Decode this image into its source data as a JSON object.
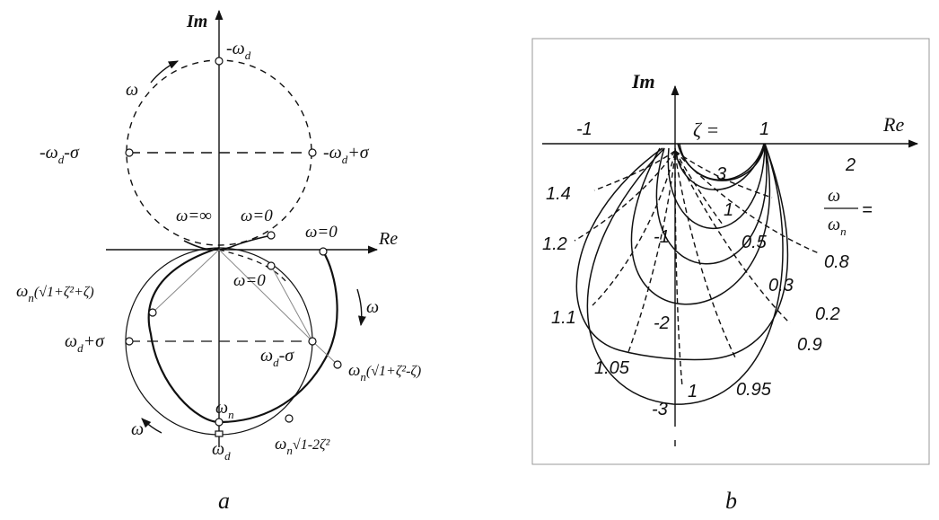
{
  "panel_a": {
    "caption": "a",
    "im_axis": "Im",
    "re_axis": "Re",
    "labels": {
      "minus_wd": "-ω",
      "minus_wd_sub": "d",
      "minus_wd_minus_sigma": "-ω",
      "minus_wd_minus_sigma_sub": "d",
      "minus_wd_minus_sigma_tail": "-σ",
      "minus_wd_plus_sigma": "-ω",
      "minus_wd_plus_sigma_sub": "d",
      "minus_wd_plus_sigma_tail": "+σ",
      "omega_inf": "ω=∞",
      "omega_zero_top": "ω=0",
      "omega_zero_right": "ω=0",
      "omega_zero_mid": "ω=0",
      "wn_sqrt_plus": "ω",
      "wn_sqrt_plus_sub": "n",
      "wn_sqrt_plus_tail": "(√1+ζ²+ζ)",
      "wd_plus_sigma": "ω",
      "wd_plus_sigma_sub": "d",
      "wd_plus_sigma_tail": "+σ",
      "wd_minus_sigma": "ω",
      "wd_minus_sigma_sub": "d",
      "wd_minus_sigma_tail": "-σ",
      "wn_sqrt_minus": "ω",
      "wn_sqrt_minus_sub": "n",
      "wn_sqrt_minus_tail": "(√1+ζ²-ζ)",
      "wn": "ω",
      "wn_sub": "n",
      "wd": "ω",
      "wd_sub": "d",
      "wn_sqrt_12": "ω",
      "wn_sqrt_12_sub": "n",
      "wn_sqrt_12_tail": "√1-2ζ²",
      "omega_arrow_top": "ω",
      "omega_arrow_right": "ω",
      "omega_arrow_bottom": "ω"
    }
  },
  "panel_b": {
    "caption": "b",
    "im_axis": "Im",
    "re_axis": "Re",
    "zeta_label": "ζ =",
    "ticks": {
      "re_minus1": "-1",
      "re_one": "1",
      "re_two": "2",
      "im_minus1": "-1",
      "im_minus2": "-2",
      "im_minus3": "-3"
    },
    "ratio_label": {
      "num": "ω",
      "den": "ω",
      "den_sub": "n",
      "eq": "="
    },
    "zeta_curves": [
      "3",
      "1",
      "0.5",
      "0.3",
      "0.2"
    ],
    "ratio_curves": [
      "1.4",
      "1.2",
      "1.1",
      "1.05",
      "1",
      "0.95",
      "0.9",
      "0.8"
    ]
  }
}
